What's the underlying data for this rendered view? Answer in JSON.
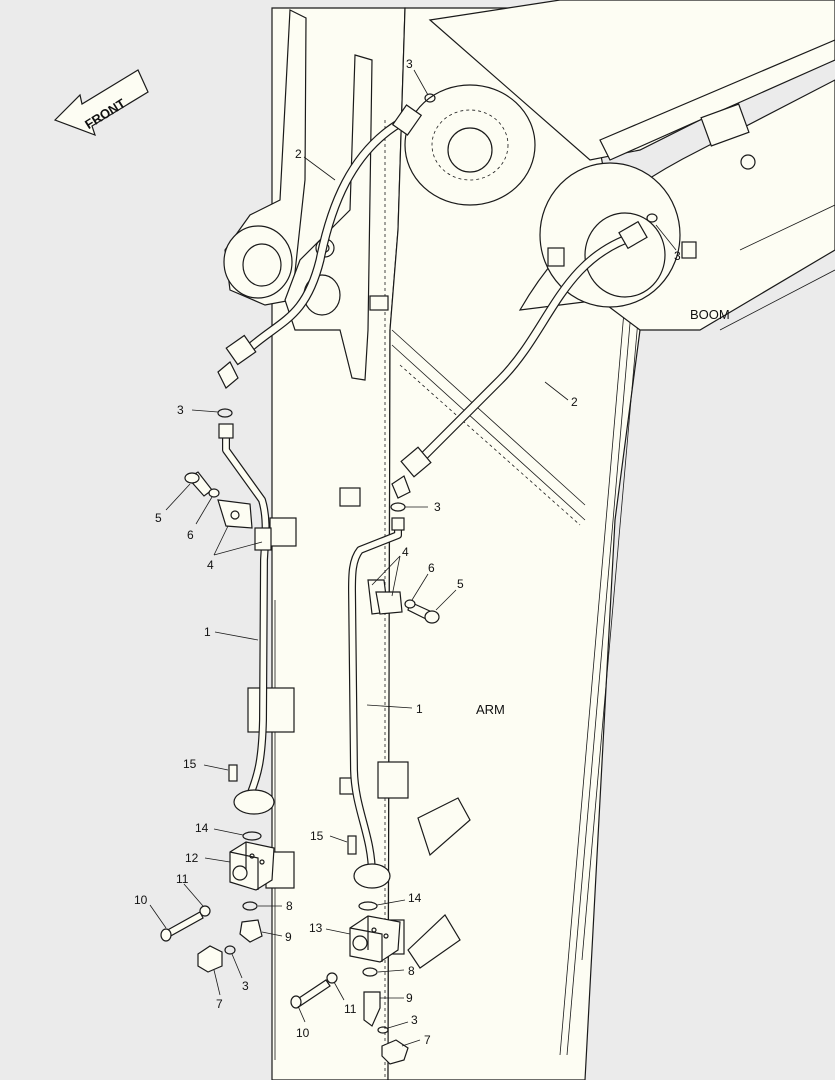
{
  "labels": {
    "front": "FRONT",
    "boom": "BOOM",
    "arm": "ARM"
  },
  "callouts": [
    {
      "id": "c-3-top",
      "number": "3"
    },
    {
      "id": "c-2-left",
      "number": "2"
    },
    {
      "id": "c-3-right-top",
      "number": "3"
    },
    {
      "id": "c-3-left",
      "number": "3"
    },
    {
      "id": "c-2-right",
      "number": "2"
    },
    {
      "id": "c-5-left",
      "number": "5"
    },
    {
      "id": "c-6-left",
      "number": "6"
    },
    {
      "id": "c-4-left",
      "number": "4"
    },
    {
      "id": "c-3-mid",
      "number": "3"
    },
    {
      "id": "c-4-right",
      "number": "4"
    },
    {
      "id": "c-6-right",
      "number": "6"
    },
    {
      "id": "c-5-right",
      "number": "5"
    },
    {
      "id": "c-1-left",
      "number": "1"
    },
    {
      "id": "c-1-right",
      "number": "1"
    },
    {
      "id": "c-15-left",
      "number": "15"
    },
    {
      "id": "c-14-left",
      "number": "14"
    },
    {
      "id": "c-15-right",
      "number": "15"
    },
    {
      "id": "c-12",
      "number": "12"
    },
    {
      "id": "c-11-left",
      "number": "11"
    },
    {
      "id": "c-10-left",
      "number": "10"
    },
    {
      "id": "c-8-left",
      "number": "8"
    },
    {
      "id": "c-9-left",
      "number": "9"
    },
    {
      "id": "c-7-left",
      "number": "7"
    },
    {
      "id": "c-3-bottom-left",
      "number": "3"
    },
    {
      "id": "c-14-right",
      "number": "14"
    },
    {
      "id": "c-13",
      "number": "13"
    },
    {
      "id": "c-8-right",
      "number": "8"
    },
    {
      "id": "c-9-right",
      "number": "9"
    },
    {
      "id": "c-11-right",
      "number": "11"
    },
    {
      "id": "c-10-right",
      "number": "10"
    },
    {
      "id": "c-3-bottom-right",
      "number": "3"
    },
    {
      "id": "c-7-right",
      "number": "7"
    }
  ],
  "colors": {
    "background": "#ebebeb",
    "part_fill": "#fdfdf3",
    "line": "#1a1a1a"
  }
}
